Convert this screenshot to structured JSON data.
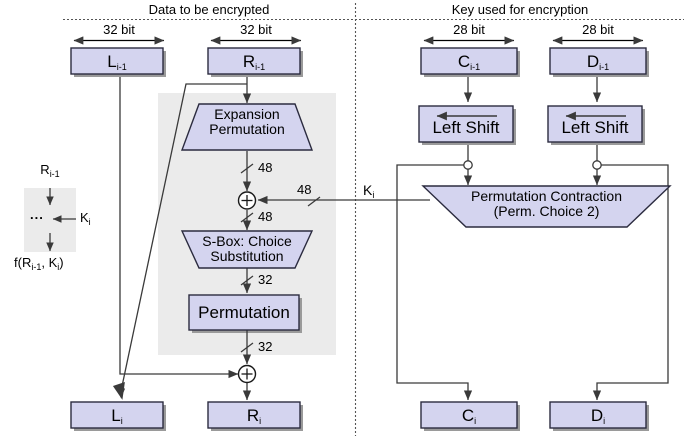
{
  "diagram": {
    "title": "DES single round: data path and key schedule",
    "colors": {
      "box_fill": "#d4d4ef",
      "box_stroke": "#2b2b3f",
      "shadow": "#9a9a9a",
      "fbox_fill": "#ebebeb",
      "line": "#3a3a3a",
      "divider": "#555555",
      "background": "#ffffff"
    },
    "headers": {
      "left": "Data to be encrypted",
      "right": "Key used for encryption"
    },
    "dimension_labels": [
      {
        "name": "left-half-width",
        "text": "32 bit"
      },
      {
        "name": "right-half-width",
        "text": "32 bit"
      },
      {
        "name": "c-half-width",
        "text": "28 bit"
      },
      {
        "name": "d-half-width",
        "text": "28 bit"
      }
    ],
    "top_registers": [
      {
        "name": "l-prev",
        "base": "L",
        "sub": "i-1",
        "text": "L i-1"
      },
      {
        "name": "r-prev",
        "base": "R",
        "sub": "i-1",
        "text": "R i-1"
      },
      {
        "name": "c-prev",
        "base": "C",
        "sub": "i-1",
        "text": "C i-1"
      },
      {
        "name": "d-prev",
        "base": "D",
        "sub": "i-1",
        "text": "D i-1"
      }
    ],
    "bottom_registers": [
      {
        "name": "l-next",
        "base": "L",
        "sub": "i",
        "text": "L i"
      },
      {
        "name": "r-next",
        "base": "R",
        "sub": "i",
        "text": "R i"
      },
      {
        "name": "c-next",
        "base": "C",
        "sub": "i",
        "text": "C i"
      },
      {
        "name": "d-next",
        "base": "D",
        "sub": "i",
        "text": "D i"
      }
    ],
    "f_function": {
      "name": "f-function-block",
      "expansion": {
        "line1": "Expansion",
        "line2": "Permutation"
      },
      "sbox": {
        "line1": "S-Box: Choice",
        "line2": "Substitution"
      },
      "permutation": {
        "label": "Permutation"
      },
      "bus_labels": [
        {
          "name": "expansion-out-bits",
          "text": "48"
        },
        {
          "name": "key-in-bits",
          "text": "48"
        },
        {
          "name": "xor-out-bits",
          "text": "48"
        },
        {
          "name": "sbox-out-bits",
          "text": "32"
        },
        {
          "name": "permutation-out-bits",
          "text": "32"
        }
      ]
    },
    "key_schedule": {
      "left_shift_1": "Left Shift",
      "left_shift_2": "Left Shift",
      "contraction": {
        "line1": "Permutation Contraction",
        "line2": "(Perm. Choice 2)"
      },
      "round_key_label": "K i"
    },
    "legend": {
      "name": "f-function-legend",
      "input": "R i-1",
      "key": "K i",
      "output": "f(R i-1 , K i )",
      "output_parts": {
        "f": "f(R",
        "sub1": "i-1",
        "comma": ", K",
        "sub2": "i",
        "close": ")"
      },
      "dots": "..."
    }
  }
}
